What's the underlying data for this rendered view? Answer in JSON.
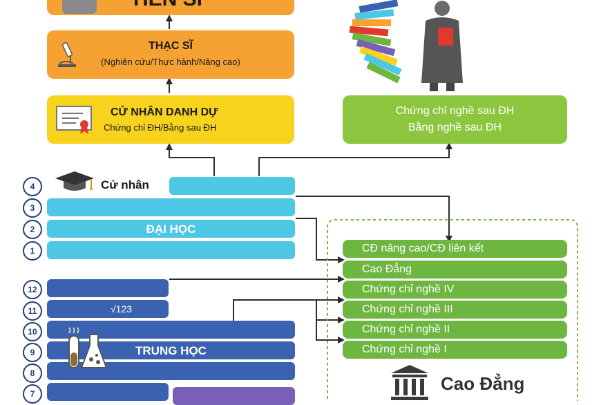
{
  "top": {
    "tien_si": "TIẾN SĨ"
  },
  "thac_si": {
    "title": "THẠC SĨ",
    "subtitle": "(Nghiên cứu/Thực hành/Nâng cao)"
  },
  "cu_nhan_danh_du": {
    "title": "CỬ NHÂN DANH DỰ",
    "subtitle": "Chứng chỉ ĐH/Bằng sau ĐH"
  },
  "nghe_sau_dh": {
    "line1": "Chứng chỉ nghề sau ĐH",
    "line2": "Bằng nghề sau ĐH"
  },
  "cu_nhan": {
    "label": "Cử nhân"
  },
  "dai_hoc": {
    "label": "ĐẠI HỌC",
    "years": [
      "4",
      "3",
      "2",
      "1"
    ]
  },
  "trung_hoc": {
    "label": "TRUNG HỌC",
    "formula": "√123",
    "years": [
      "12",
      "11",
      "10",
      "9",
      "8",
      "7"
    ]
  },
  "cao_dang": {
    "items": [
      "CĐ nâng cao/CĐ liên kết",
      "Cao Đẳng",
      "Chứng chỉ nghề IV",
      "Chứng chỉ nghề III",
      "Chứng chỉ nghề II",
      "Chứng chỉ nghề I"
    ],
    "label": "Cao Đẳng"
  },
  "colors": {
    "orange": "#f5a233",
    "yellow": "#f8d31e",
    "green": "#6db63f",
    "lightgreen": "#8cc63f",
    "cyan": "#4ec6e6",
    "blue": "#3b62b0",
    "darkblue": "#243b78",
    "purple": "#7a5fb8"
  }
}
